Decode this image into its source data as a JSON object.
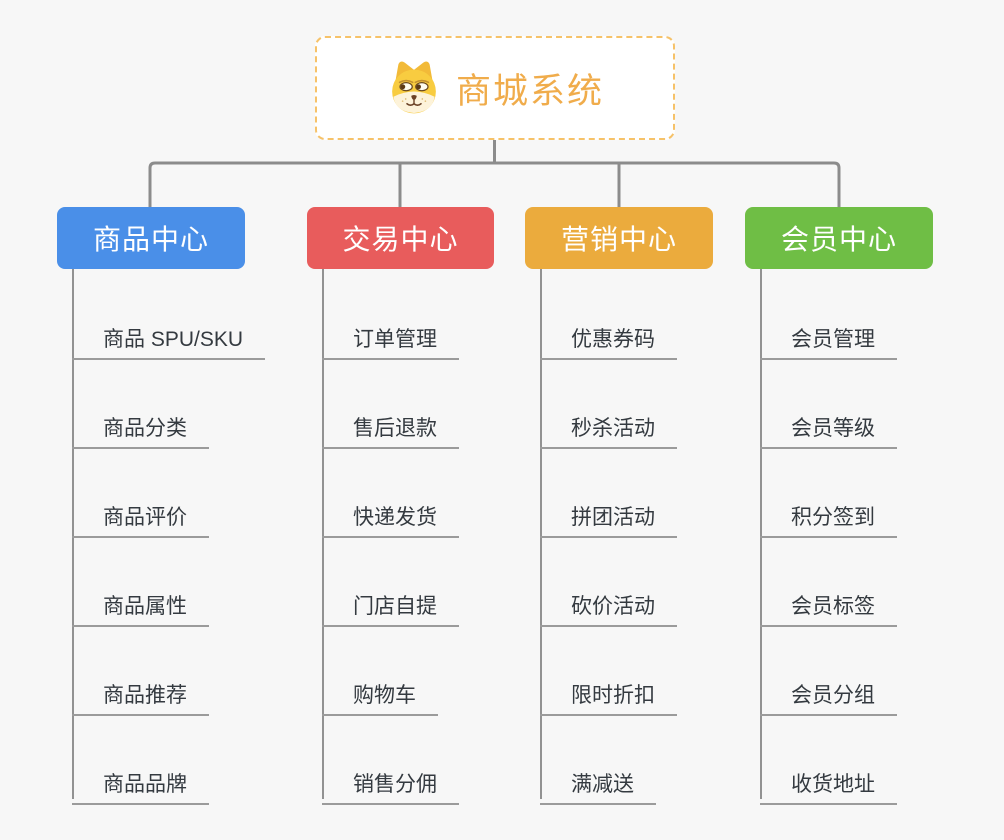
{
  "root": {
    "title": "商城系统",
    "icon": "dog-face-icon",
    "border_color": "#F6C269",
    "title_color": "#F0AC4B",
    "background": "#FFFFFF"
  },
  "branches": [
    {
      "label": "商品中心",
      "color": "#4A8FE8",
      "items": [
        "商品 SPU/SKU",
        "商品分类",
        "商品评价",
        "商品属性",
        "商品推荐",
        "商品品牌"
      ]
    },
    {
      "label": "交易中心",
      "color": "#E85C5C",
      "items": [
        "订单管理",
        "售后退款",
        "快递发货",
        "门店自提",
        "购物车",
        "销售分佣"
      ]
    },
    {
      "label": "营销中心",
      "color": "#EBAB3D",
      "items": [
        "优惠券码",
        "秒杀活动",
        "拼团活动",
        "砍价活动",
        "限时折扣",
        "满减送"
      ]
    },
    {
      "label": "会员中心",
      "color": "#6FBE45",
      "items": [
        "会员管理",
        "会员等级",
        "积分签到",
        "会员标签",
        "会员分组",
        "收货地址"
      ]
    }
  ],
  "style": {
    "connector_color": "#8C8C8C",
    "trunk_color": "#929292",
    "underline_color": "#9B9B9B",
    "item_text_color": "#343A40",
    "background_color": "#F7F7F7"
  }
}
